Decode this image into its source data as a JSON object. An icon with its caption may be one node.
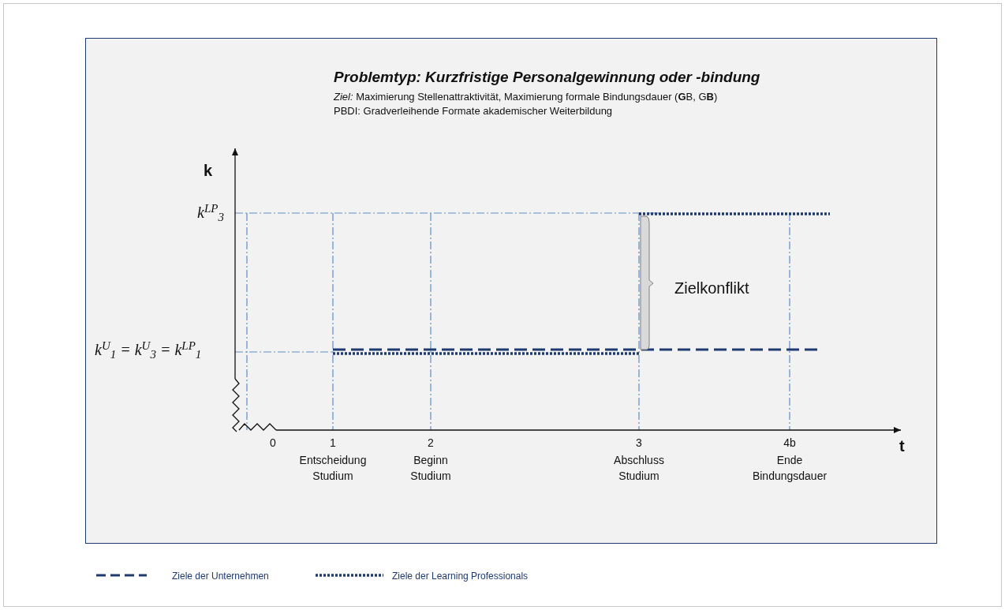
{
  "diagram": {
    "title": "Problemtyp: Kurzfristige Personalgewinnung oder -bindung",
    "labels": [
      "*Ziel:* Maximierung Stellenattraktivität, Maximierung formale Bindungsdauer  (**G**B, G**B**)",
      "PBDI: Gradverleihende Formate akademischer Weiterbildung",
      "k",
      "k$^{LP}$$_{3}$",
      "k$^{U}$$_{1}$ = k$^{U}$$_{3}$ = k$^{LP}$$_{1}$",
      "Zielkonflikt",
      "0",
      "1",
      "Entscheidung Studium",
      "2",
      "Beginn Studium",
      "3",
      "Abschluss Studium",
      "4b",
      "Ende Bindungsdauer",
      "t"
    ],
    "nodes": [
      {
        "text": [],
        "shape": "bracket"
      }
    ],
    "legend": [
      {
        "text": "Ziele der Unternehmen"
      },
      {
        "text": "Ziele der Learning Professionals"
      }
    ]
  }
}
